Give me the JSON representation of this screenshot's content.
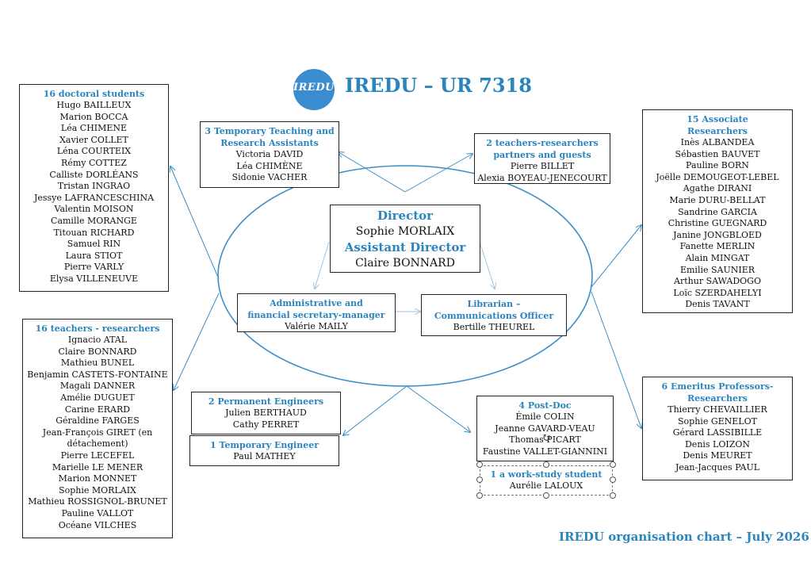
{
  "header": {
    "logo_text": "IREDU",
    "title": "IREDU – UR 7318"
  },
  "center": {
    "director_label": "Director",
    "director_name": "Sophie MORLAIX",
    "assistant_label": "Assistant Director",
    "assistant_name": "Claire BONNARD"
  },
  "admin": {
    "title_line1": "Administrative and",
    "title_line2": "financial secretary-manager",
    "name": "Valérie MAILY"
  },
  "librarian": {
    "title_line1": "Librarian –",
    "title_line2": "Communications Officer",
    "name": "Bertille THEUREL"
  },
  "doctoral": {
    "title": "16 doctoral students",
    "names": [
      "Hugo BAILLEUX",
      "Marion BOCCA",
      "Léa CHIMENE",
      "Xavier COLLET",
      "Léna  COURTEIX",
      "Rémy COTTEZ",
      "Calliste DORLÉANS",
      "Tristan INGRAO",
      "Jessye LAFRANCESCHINA",
      "Valentin MOISON",
      "Camille MORANGE",
      "Titouan RICHARD",
      "Samuel RIN",
      "Laura STIOT",
      "Pierre VARLY",
      "Elysa VILLENEUVE"
    ]
  },
  "teachers": {
    "title": "16 teachers - researchers",
    "names": [
      "Ignacio ATAL",
      "Claire BONNARD",
      "Mathieu BUNEL",
      "Benjamin CASTETS-FONTAINE",
      "Magali DANNER",
      "Amélie DUGUET",
      "Carine ERARD",
      "Géraldine FARGES",
      "Jean-François GIRET (en",
      "détachement)",
      "Pierre LECEFEL",
      "Marielle LE MENER",
      "Marion MONNET",
      "Sophie MORLAIX",
      "Mathieu ROSSIGNOL-BRUNET",
      "Pauline VALLOT",
      "Océane VILCHES"
    ]
  },
  "temporary_teaching": {
    "title_line1": "3 Temporary Teaching and",
    "title_line2": "Research Assistants",
    "names": [
      "Victoria DAVID",
      "Léa CHIMÈNE",
      "Sidonie VACHER"
    ]
  },
  "partners": {
    "title_line1": "2 teachers-researchers",
    "title_line2": "partners and guests",
    "names": [
      "Pierre BILLET",
      "Alexia BOYEAU-JENECOURT"
    ]
  },
  "associates": {
    "title_line1": "15 Associate",
    "title_line2": "Researchers",
    "names": [
      "Inès ALBANDEA",
      "Sébastien BAUVET",
      "Pauline BORN",
      "Joëlle DEMOUGEOT-LEBEL",
      "Agathe DIRANI",
      "Marie DURU-BELLAT",
      "Sandrine GARCIA",
      "Christine GUEGNARD",
      "Janine JONGBLOED",
      "Fanette MERLIN",
      "Alain MINGAT",
      "Emilie SAUNIER",
      "Arthur SAWADOGO",
      "Loïc SZERDAHELYI",
      "Denis TAVANT"
    ]
  },
  "emeritus": {
    "title_line1": "6 Emeritus Professors-",
    "title_line2": "Researchers",
    "names": [
      "Thierry CHEVAILLIER",
      "Sophie GENELOT",
      "Gérard LASSIBILLE",
      "Denis LOIZON",
      "Denis MEURET",
      "Jean-Jacques PAUL"
    ]
  },
  "permanent_engineers": {
    "title": "2 Permanent Engineers",
    "names": [
      "Julien BERTHAUD",
      "Cathy PERRET"
    ]
  },
  "temporary_engineer": {
    "title": "1 Temporary Engineer",
    "names": [
      "Paul MATHEY"
    ]
  },
  "postdoc": {
    "title": "4 Post-Doc",
    "names": [
      "Émile COLIN",
      "Jeanne GAVARD-VEAU",
      "Thomas PICART",
      "Faustine VALLET-GIANNINI"
    ]
  },
  "work_study": {
    "title": "1 a work-study student",
    "names": [
      "Aurélie LALOUX"
    ]
  },
  "footer": {
    "text": "IREDU organisation chart – July 2026"
  },
  "colors": {
    "accent": "#2a84bd",
    "connector": "#3a8ec7",
    "logo": "#3b8dd0"
  }
}
